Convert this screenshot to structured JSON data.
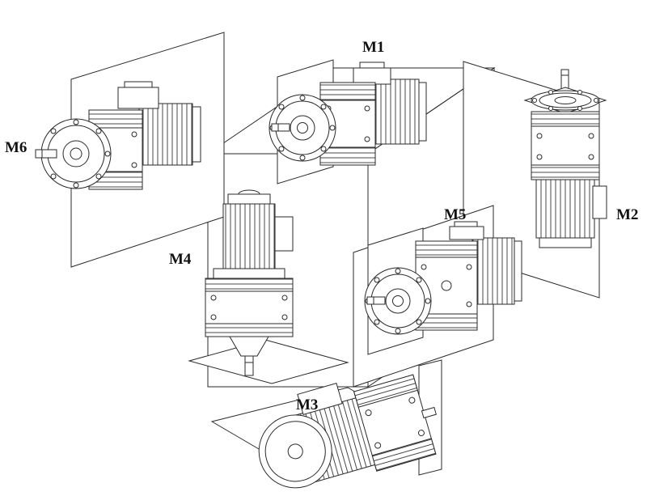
{
  "diagram": {
    "labels": {
      "m1": "M1",
      "m2": "M2",
      "m3": "M3",
      "m4": "M4",
      "m5": "M5",
      "m6": "M6"
    },
    "colors": {
      "line": "#2a2a2a",
      "background": "#ffffff"
    }
  }
}
